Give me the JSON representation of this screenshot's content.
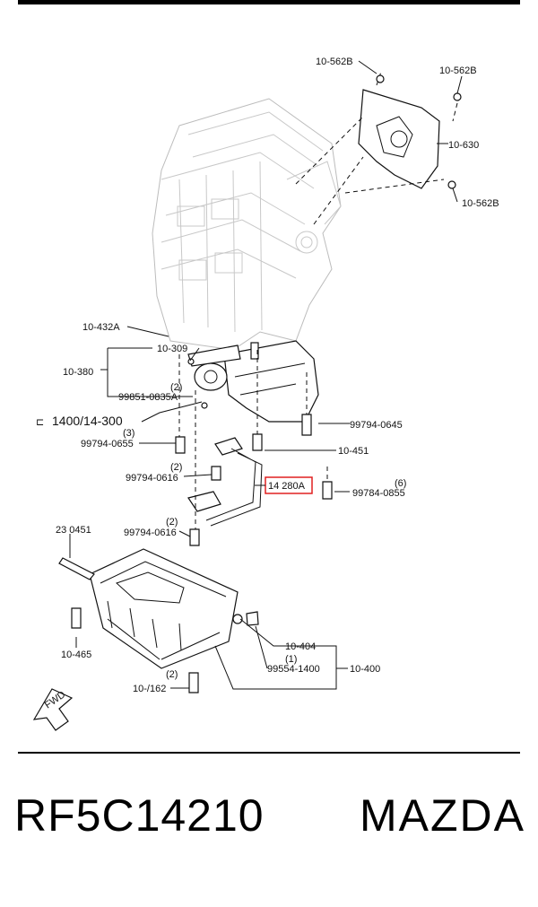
{
  "diagram": {
    "labels": {
      "c10_562b_top": "10-562B",
      "c10_562b_right": "10-562B",
      "c10_630": "10-630",
      "c10_562b_bottom": "10-562B",
      "c10_432a": "10-432A",
      "c10_309": "10-309",
      "c10_380": "10-380",
      "c99851_0835a": "99851-0835A",
      "qty_2_a": "(2)",
      "c1400_14300": "1400/14-300",
      "qty_3": "(3)",
      "c99794_0655": "99794-0655",
      "c99794_0645": "99794-0645",
      "c10_451": "10-451",
      "qty_2_b": "(2)",
      "c99794_0616_a": "99794-0616",
      "c14_280a": "14 280A",
      "qty_6": "(6)",
      "c99784_0855": "99784-0855",
      "c23_0451": "23 0451",
      "qty_2_c": "(2)",
      "c99794_0616_b": "99794-0616",
      "c10_465": "10-465",
      "c10_404": "10-404",
      "qty_1": "(1)",
      "c99554_1400": "99554-1400",
      "c10_400": "10-400",
      "qty_2_d": "(2)",
      "c10_7162": "10-/162",
      "fwd": "FWD"
    },
    "highlight_color": "#e02020"
  },
  "footer": {
    "part_number": "RF5C14210",
    "brand": "MAZDA"
  }
}
